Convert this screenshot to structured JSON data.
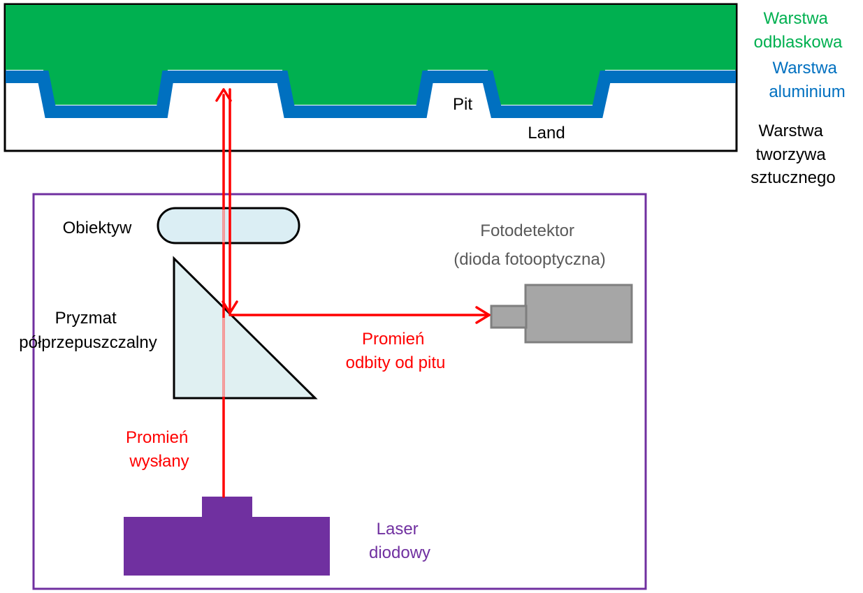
{
  "labels": {
    "reflective_layer": [
      "Warstwa",
      "odblaskowa"
    ],
    "aluminium_layer": [
      "Warstwa",
      "aluminium"
    ],
    "plastic_layer": [
      "Warstwa",
      "tworzywa",
      "sztucznego"
    ],
    "pit": "Pit",
    "land": "Land",
    "objective": "Obiektyw",
    "photodetector": [
      "Fotodetektor",
      "(dioda fotooptyczna)"
    ],
    "prism": [
      "Pryzmat",
      "półprzepuszczalny"
    ],
    "reflected_beam": [
      "Promień",
      "odbity od pitu"
    ],
    "emitted_beam": [
      "Promień",
      "wysłany"
    ],
    "laser": [
      "Laser",
      "diodowy"
    ]
  },
  "colors": {
    "green": "#00b050",
    "blue": "#0070c0",
    "red": "#ff0000",
    "purple": "#7030a0",
    "gray": "#a6a6a6",
    "dark_gray_text": "#595959",
    "lens_fill": "#dbeef4",
    "prism_fill": "#e0f0f2"
  }
}
